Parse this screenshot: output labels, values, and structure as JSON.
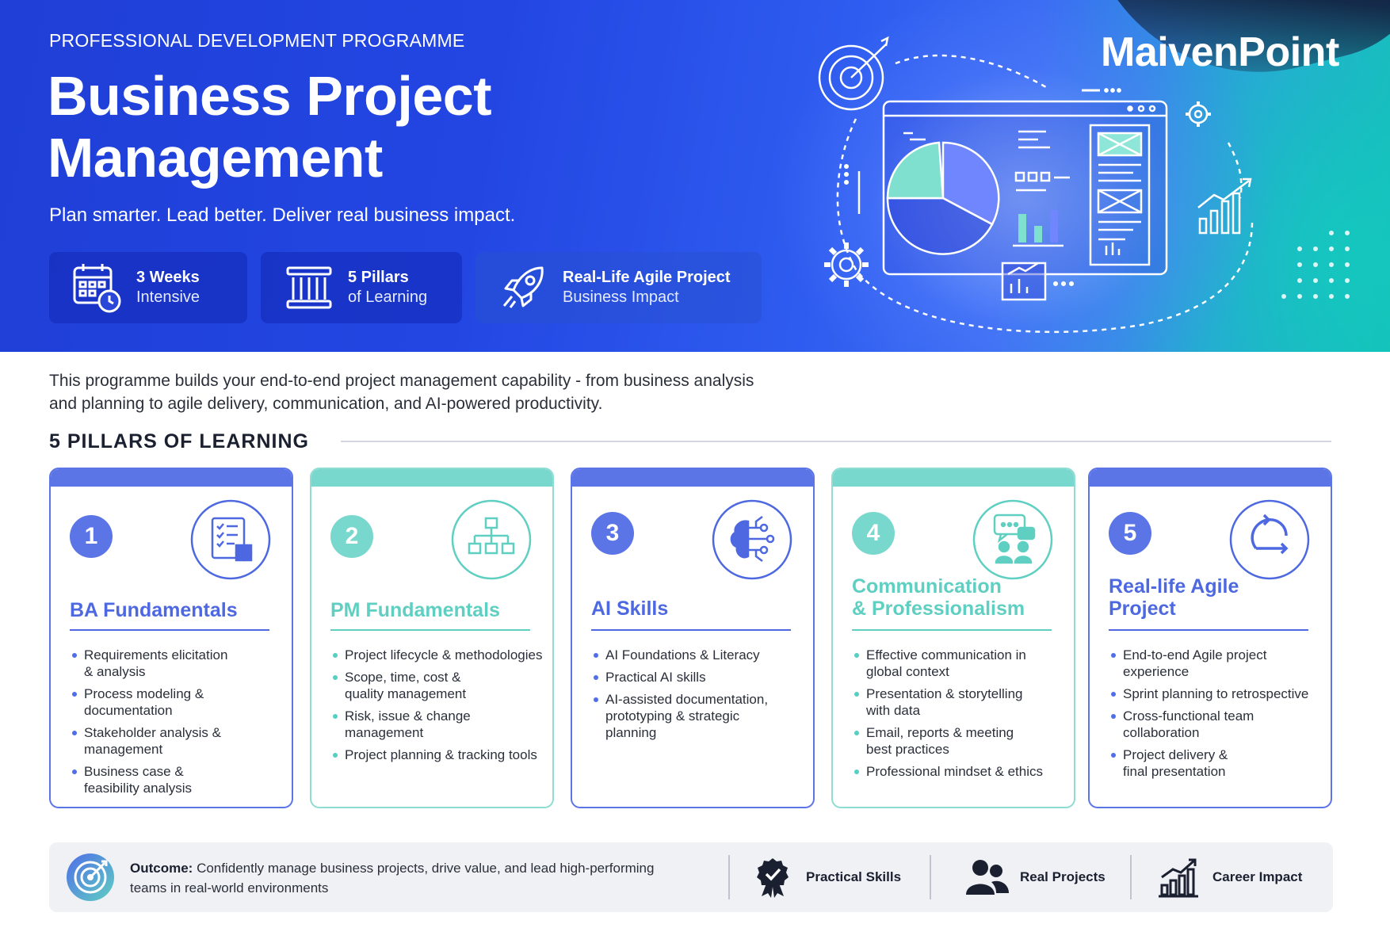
{
  "hero": {
    "kicker": "PROFESSIONAL DEVELOPMENT PROGRAMME",
    "title_line1": "Business Project",
    "title_line2": "Management",
    "tagline": "Plan smarter. Lead better. Deliver real business impact.",
    "brand": "MaivenPoint",
    "stats": [
      {
        "title": "3 Weeks",
        "subtitle": "Intensive",
        "icon": "calendar-clock-icon"
      },
      {
        "title": "5 Pillars",
        "subtitle": "of Learning",
        "icon": "pillars-icon"
      },
      {
        "title": "Real-Life Agile Project",
        "subtitle": "Business Impact",
        "icon": "rocket-icon"
      }
    ]
  },
  "intro": {
    "line1": "This programme builds your end-to-end project management capability - from business analysis",
    "line2": "and planning to agile delivery, communication, and AI-powered productivity."
  },
  "pillars_heading": "5 PILLARS OF LEARNING",
  "pillars": [
    {
      "number": "1",
      "title_line1": "BA Fundamentals",
      "title_line2": "",
      "icon": "checklist-icon",
      "items": [
        {
          "l1": "Requirements elicitation",
          "l2": "& analysis"
        },
        {
          "l1": "Process modeling &",
          "l2": "documentation"
        },
        {
          "l1": "Stakeholder analysis &",
          "l2": "management"
        },
        {
          "l1": "Business case &",
          "l2": "feasibility analysis"
        }
      ]
    },
    {
      "number": "2",
      "title_line1": "PM Fundamentals",
      "title_line2": "",
      "icon": "org-chart-icon",
      "items": [
        {
          "l1": "Project lifecycle & methodologies",
          "l2": ""
        },
        {
          "l1": "Scope, time, cost &",
          "l2": "quality management"
        },
        {
          "l1": "Risk, issue & change",
          "l2": "management"
        },
        {
          "l1": "Project planning & tracking tools",
          "l2": ""
        }
      ]
    },
    {
      "number": "3",
      "title_line1": "AI Skills",
      "title_line2": "",
      "icon": "brain-circuit-icon",
      "items": [
        {
          "l1": "AI Foundations & Literacy",
          "l2": "",
          "l3": ""
        },
        {
          "l1": "Practical AI skills",
          "l2": "",
          "l3": ""
        },
        {
          "l1": "AI-assisted documentation,",
          "l2": "prototyping & strategic",
          "l3": "planning"
        }
      ]
    },
    {
      "number": "4",
      "title_line1": "Communication",
      "title_line2": "& Professionalism",
      "icon": "team-chat-icon",
      "items": [
        {
          "l1": "Effective communication in",
          "l2": "global context"
        },
        {
          "l1": "Presentation & storytelling",
          "l2": "with data"
        },
        {
          "l1": "Email, reports & meeting",
          "l2": "best practices"
        },
        {
          "l1": "Professional mindset & ethics",
          "l2": ""
        }
      ]
    },
    {
      "number": "5",
      "title_line1": "Real-life Agile",
      "title_line2": "Project",
      "icon": "agile-cycle-icon",
      "items": [
        {
          "l1": "End-to-end Agile project",
          "l2": "experience"
        },
        {
          "l1": "Sprint planning to retrospective",
          "l2": ""
        },
        {
          "l1": "Cross-functional team",
          "l2": "collaboration"
        },
        {
          "l1": "Project delivery &",
          "l2": "final presentation"
        }
      ]
    }
  ],
  "outcome": {
    "label": "Outcome:",
    "text_line1": " Confidently manage business projects, drive value, and lead high-performing",
    "text_line2": "teams in real-world environments",
    "highlights": [
      {
        "label": "Practical Skills",
        "icon": "award-badge-icon"
      },
      {
        "label": "Real Projects",
        "icon": "team-icon"
      },
      {
        "label": "Career Impact",
        "icon": "growth-chart-icon"
      }
    ]
  },
  "colors": {
    "primary_blue": "#5b74e6",
    "teal": "#79d8cd",
    "hero_blue": "#2346e3"
  }
}
